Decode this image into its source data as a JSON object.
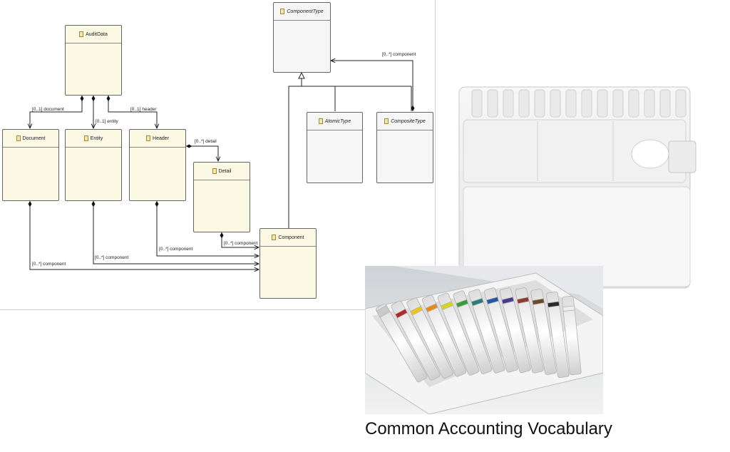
{
  "diagram": {
    "classes": {
      "audit_data": "AuditData",
      "document": "Document",
      "entity": "Entity",
      "header": "Header",
      "detail": "Detail",
      "component": "Component",
      "component_type": "ComponentType",
      "atomic_type": "AtomicType",
      "composite_type": "CompositeType"
    },
    "associations": {
      "document": "[0..1] document",
      "entity": "[0..1] entity",
      "header": "[0..1] header",
      "detail": "[0..*] detail",
      "detail_component": "[0..*] component",
      "header_component": "[0..*] component",
      "entity_component": "[0..*] component",
      "document_component": "[0..*] component",
      "composite_component": "[0..*] component"
    }
  },
  "caption": "Common Accounting Vocabulary"
}
